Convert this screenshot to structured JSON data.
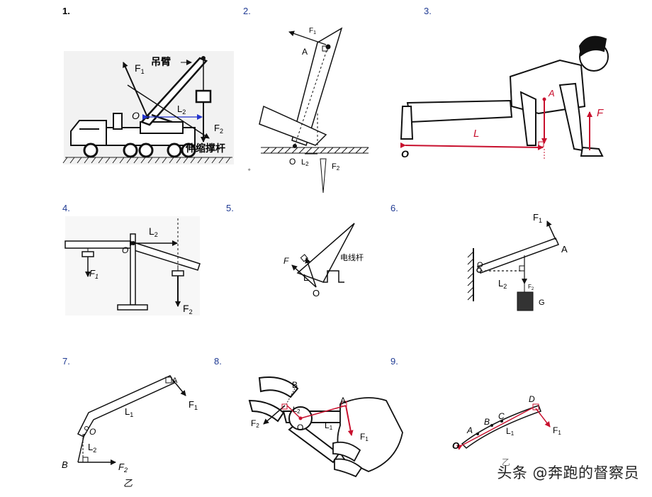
{
  "numbers": [
    "1.",
    "2.",
    "3.",
    "4.",
    "5.",
    "6.",
    "7.",
    "8.",
    "9."
  ],
  "d1": {
    "f1": "F",
    "f1_sub": "1",
    "boom": "吊臂",
    "o": "O",
    "l2": "L",
    "l2_sub": "2",
    "f2": "F",
    "f2_sub": "2",
    "strut": "伸缩撑杆"
  },
  "d2": {
    "f1": "F",
    "f1_sub": "1",
    "a": "A",
    "o": "O",
    "l2": "L",
    "l2_sub": "2",
    "f2": "F",
    "f2_sub": "2",
    "dot": "。"
  },
  "d3": {
    "a": "A",
    "l": "L",
    "f": "F",
    "o": "O"
  },
  "d4": {
    "l2": "L",
    "l2_sub": "2",
    "o": "O",
    "f1": "F",
    "f1_sub": "1",
    "f2": "F",
    "f2_sub": "2"
  },
  "d5": {
    "f": "F",
    "l": "L",
    "o": "O",
    "pole": "电线杆"
  },
  "d6": {
    "f1": "F",
    "f1_sub": "1",
    "a": "A",
    "o": "O",
    "l2": "L",
    "l2_sub": "2",
    "f2": "F",
    "f2_sub": "2",
    "g": "G"
  },
  "d7": {
    "a": "A",
    "f1": "F",
    "f1_sub": "1",
    "l1": "L",
    "l1_sub": "1",
    "o": "O",
    "l2": "L",
    "l2_sub": "2",
    "b": "B",
    "f2": "F",
    "f2_sub": "2",
    "caption": "乙"
  },
  "d8": {
    "b": "B",
    "l2": "L",
    "l2_sub": "2",
    "a": "A",
    "f2": "F",
    "f2_sub": "2",
    "o": "O",
    "l1": "L",
    "l1_sub": "1",
    "f1": "F",
    "f1_sub": "1"
  },
  "d9": {
    "d": "D",
    "c": "C",
    "b": "B",
    "a": "A",
    "l1": "L",
    "l1_sub": "1",
    "o": "O",
    "f1": "F",
    "f1_sub": "1",
    "caption": "乙"
  },
  "watermark": "头条 @奔跑的督察员"
}
